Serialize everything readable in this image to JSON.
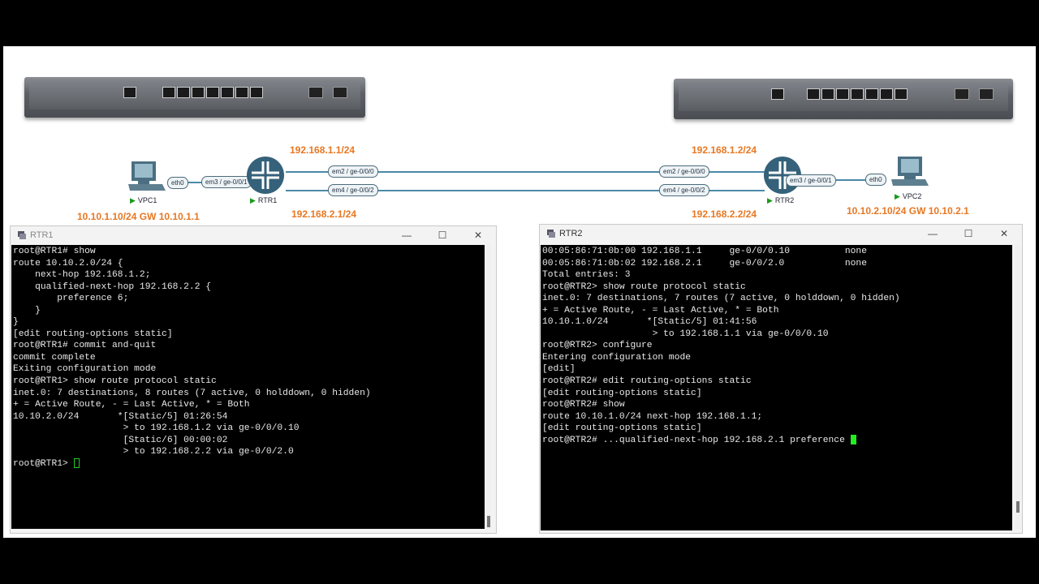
{
  "diagram": {
    "vpc1": {
      "name": "VPC1",
      "ip": "10.10.1.10/24 GW 10.10.1.1",
      "iface": "eth0"
    },
    "rtr1": {
      "name": "RTR1",
      "iface_lan": "em3 / ge-0/0/1",
      "iface_1": "em2 / ge-0/0/0",
      "iface_2": "em4 / ge-0/0/2",
      "ip_1": "192.168.1.1/24",
      "ip_2": "192.168.2.1/24"
    },
    "rtr2": {
      "name": "RTR2",
      "iface_lan": "em3 / ge-0/0/1",
      "iface_1": "em2 / ge-0/0/0",
      "iface_2": "em4 / ge-0/0/2",
      "ip_1": "192.168.1.2/24",
      "ip_2": "192.168.2.2/24"
    },
    "vpc2": {
      "name": "VPC2",
      "ip": "10.10.2.10/24 GW 10.10.2.1",
      "iface": "eth0"
    },
    "colors": {
      "ip_label": "#e87722",
      "link": "#4b8aa8",
      "router": "#35617a",
      "status": "#1a9a1a"
    }
  },
  "windows": {
    "rtr1": {
      "title": "RTR1",
      "lines": [
        "root@RTR1# show",
        "route 10.10.2.0/24 {",
        "    next-hop 192.168.1.2;",
        "    qualified-next-hop 192.168.2.2 {",
        "        preference 6;",
        "    }",
        "}",
        "",
        "[edit routing-options static]",
        "root@RTR1# commit and-quit",
        "commit complete",
        "Exiting configuration mode",
        "",
        "root@RTR1> show route protocol static",
        "",
        "inet.0: 7 destinations, 8 routes (7 active, 0 holddown, 0 hidden)",
        "+ = Active Route, - = Last Active, * = Both",
        "",
        "10.10.2.0/24       *[Static/5] 01:26:54",
        "                    > to 192.168.1.2 via ge-0/0/0.10",
        "                    [Static/6] 00:00:02",
        "                    > to 192.168.2.2 via ge-0/0/2.0",
        "",
        "root@RTR1> "
      ]
    },
    "rtr2": {
      "title": "RTR2",
      "lines": [
        "00:05:86:71:0b:00 192.168.1.1     ge-0/0/0.10          none",
        "00:05:86:71:0b:02 192.168.2.1     ge-0/0/2.0           none",
        "Total entries: 3",
        "",
        "root@RTR2> show route protocol static",
        "",
        "inet.0: 7 destinations, 7 routes (7 active, 0 holddown, 0 hidden)",
        "+ = Active Route, - = Last Active, * = Both",
        "",
        "10.10.1.0/24       *[Static/5] 01:41:56",
        "                    > to 192.168.1.1 via ge-0/0/0.10",
        "",
        "root@RTR2> configure",
        "Entering configuration mode",
        "",
        "[edit]",
        "root@RTR2# edit routing-options static",
        "",
        "[edit routing-options static]",
        "root@RTR2# show",
        "route 10.10.1.0/24 next-hop 192.168.1.1;",
        "",
        "[edit routing-options static]",
        "root@RTR2# ...qualified-next-hop 192.168.2.1 preference "
      ]
    }
  },
  "window_controls": {
    "minimize": "—",
    "maximize": "☐",
    "close": "✕"
  }
}
